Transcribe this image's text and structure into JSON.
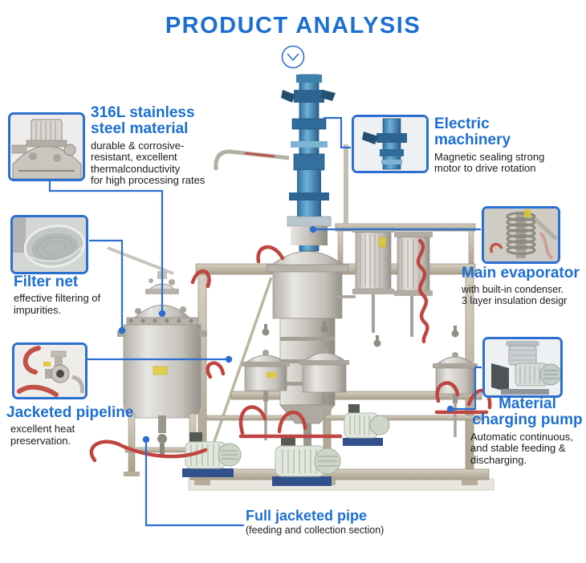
{
  "title": "PRODUCT ANALYSIS",
  "icons": {
    "scroll_hint": "chevron-down"
  },
  "colors": {
    "accent": "#1c6fd2",
    "connector_line": "#2b6fd0",
    "body_text": "#1b1b1b"
  },
  "callouts": [
    {
      "id": "stainless-steel",
      "heading": "316L stainless\nsteel material",
      "body": "durable & corrosive-\nresistant, excellent\nthermalconductivity\nfor high processing rates",
      "image": "stainless-steel-lid-photo"
    },
    {
      "id": "electric-machinery",
      "heading": "Electric\nmachinery",
      "body": "Magnetic sealing strong\nmotor to drive rotation",
      "image": "blue-motor-column-photo"
    },
    {
      "id": "filter-net",
      "heading": "Filter net",
      "body": "effective filtering of\nimpurities.",
      "image": "filter-sieve-photo"
    },
    {
      "id": "main-evaporator",
      "heading": "Main evaporator",
      "body": "with built-in condenser.\n3 layer insulation desigr",
      "image": "condenser-coil-photo"
    },
    {
      "id": "jacketed-pipeline",
      "heading": "Jacketed pipeline",
      "body": "excellent heat\npreservation.",
      "image": "jacketed-pipe-valve-photo"
    },
    {
      "id": "material-charging-pump",
      "heading": "Material\ncharging pump",
      "body": "Automatic continuous,\nand stable feeding &\ndischarging.",
      "image": "charging-pump-photo"
    },
    {
      "id": "full-jacketed-pipe",
      "heading": "Full jacketed pipe",
      "body": "(feeding and collection section)"
    }
  ]
}
